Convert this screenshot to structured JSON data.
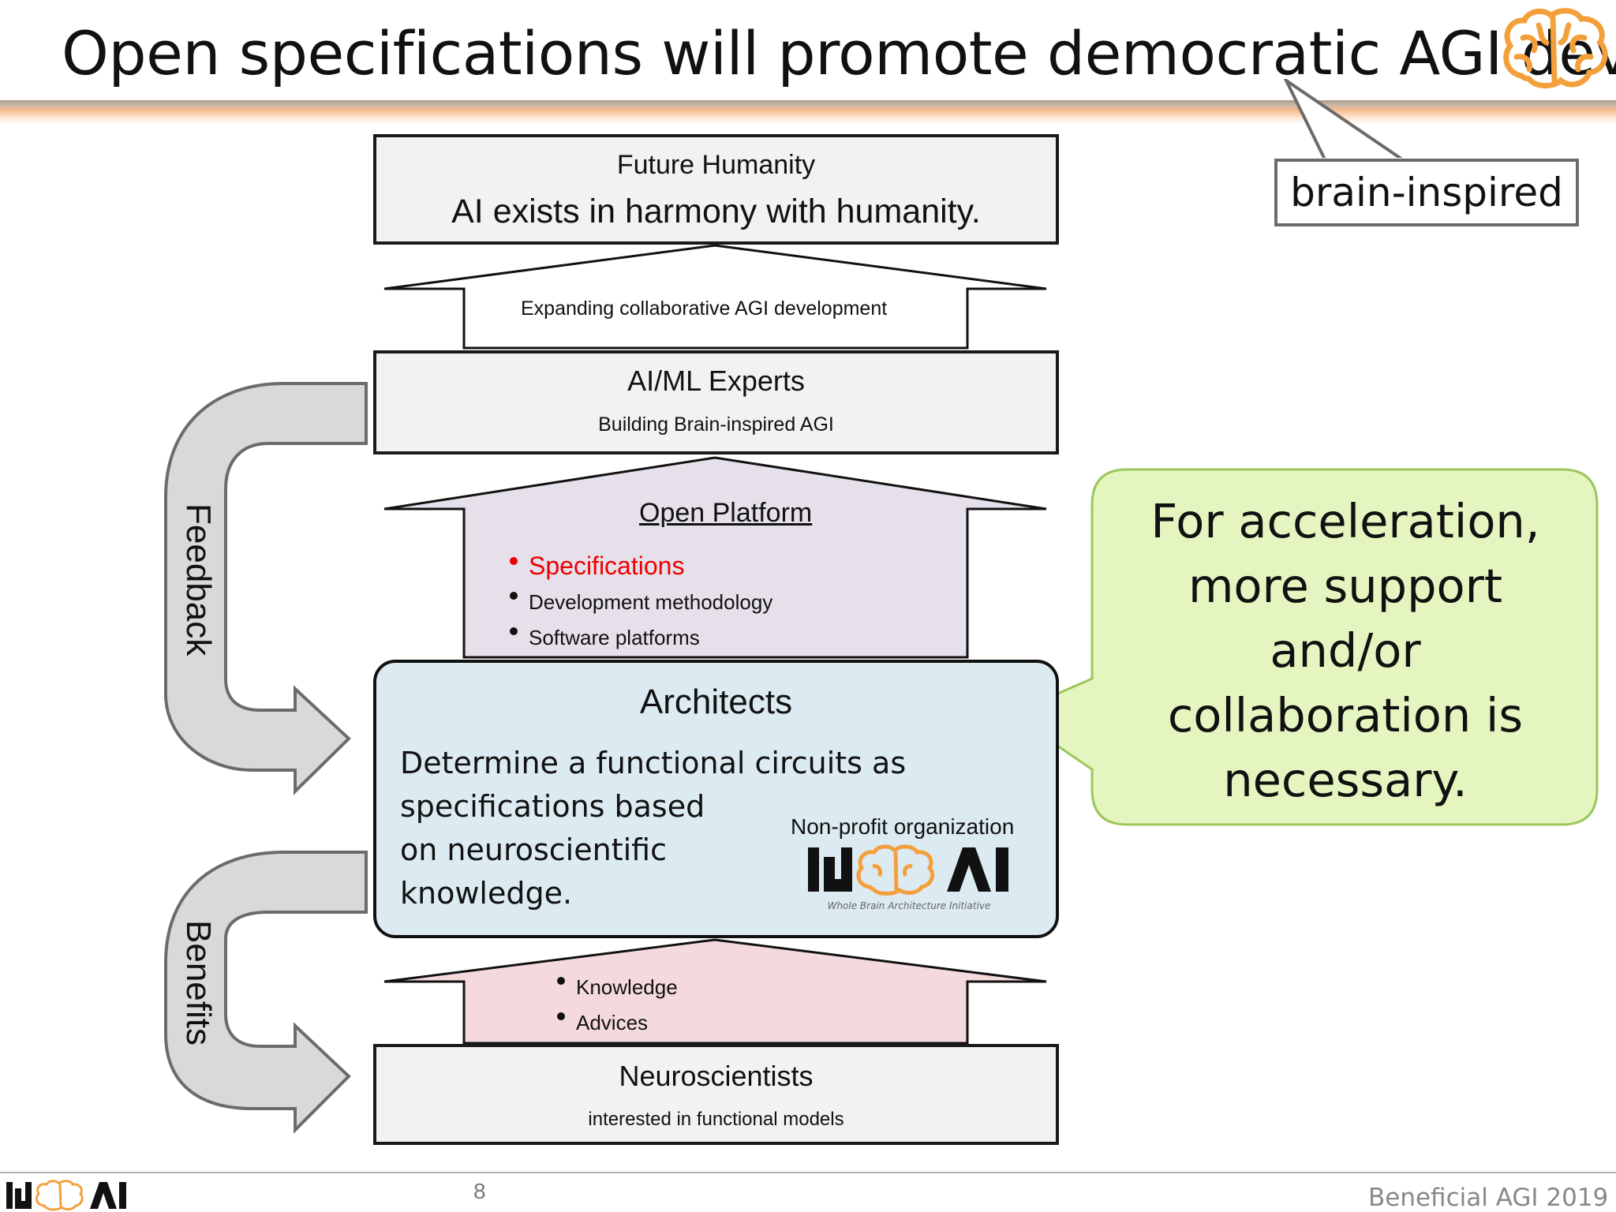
{
  "title": "Open specifications will promote democratic AGI dev.",
  "callout_brain": "brain-inspired",
  "future_humanity": {
    "title": "Future Humanity",
    "text": "AI exists in harmony with humanity."
  },
  "arrow_expanding": "Expanding collaborative AGI development",
  "ai_experts": {
    "title": "AI/ML Experts",
    "text": "Building Brain-inspired AGI"
  },
  "open_platform": {
    "title": "Open Platform",
    "items": [
      "Specifications",
      "Development methodology",
      "Software platforms"
    ],
    "highlight_color": "#ee0000"
  },
  "architects": {
    "title": "Architects",
    "body": [
      "Determine a functional circuits as",
      "specifications based",
      "on neuroscientific",
      " knowledge."
    ],
    "nonprofit": "Non-profit organization",
    "logo_text": "WBAI",
    "logo_caption": "Whole Brain Architecture Initiative"
  },
  "knowledge_arrow": {
    "items": [
      "Knowledge",
      "Advices"
    ]
  },
  "neuroscientists": {
    "title": "Neuroscientists",
    "text": "interested in functional models"
  },
  "side_labels": {
    "feedback": "Feedback",
    "benefits": "Benefits"
  },
  "green_callout": {
    "lines": [
      "For acceleration,",
      "more support",
      "and/or",
      "collaboration is",
      "necessary."
    ]
  },
  "footer": {
    "page": "8",
    "event": "Beneficial AGI 2019"
  },
  "colors": {
    "platform_fill": "#e6e0ea",
    "architects_fill": "#dceaf1",
    "knowledge_fill": "#f4dadd",
    "green_fill": "#e4f5c0",
    "brain_orange": "#f3a03c"
  }
}
